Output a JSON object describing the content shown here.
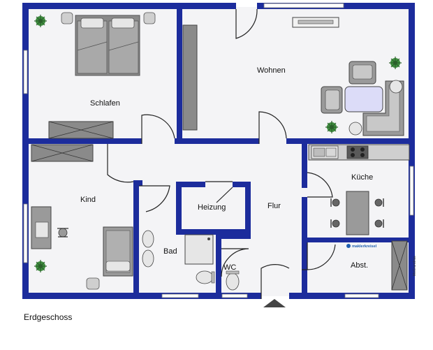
{
  "plan": {
    "caption": "Erdgeschoss",
    "rooms": {
      "schlafen": "Schlafen",
      "wohnen": "Wohnen",
      "kind": "Kind",
      "kueche": "Küche",
      "heizung": "Heizung",
      "flur": "Flur",
      "bad": "Bad",
      "wc": "WC",
      "abst": "Abst."
    },
    "branding": {
      "logo_text": "maklerkreisel",
      "credit": "MoGrundriss"
    },
    "icons": {
      "entrance": "entrance-arrow-icon",
      "plant": "plant-icon",
      "bed": "bed-icon",
      "sofa": "sofa-icon",
      "stove": "stove-icon",
      "sink": "sink-icon",
      "toilet": "toilet-icon",
      "shower": "shower-icon",
      "desk": "desk-icon",
      "chair": "chair-icon"
    },
    "colors": {
      "wall": "#1c2c9c",
      "floor": "#f4f4f6",
      "furniture": "#8a8a8a",
      "furniture_dark": "#555555"
    }
  }
}
